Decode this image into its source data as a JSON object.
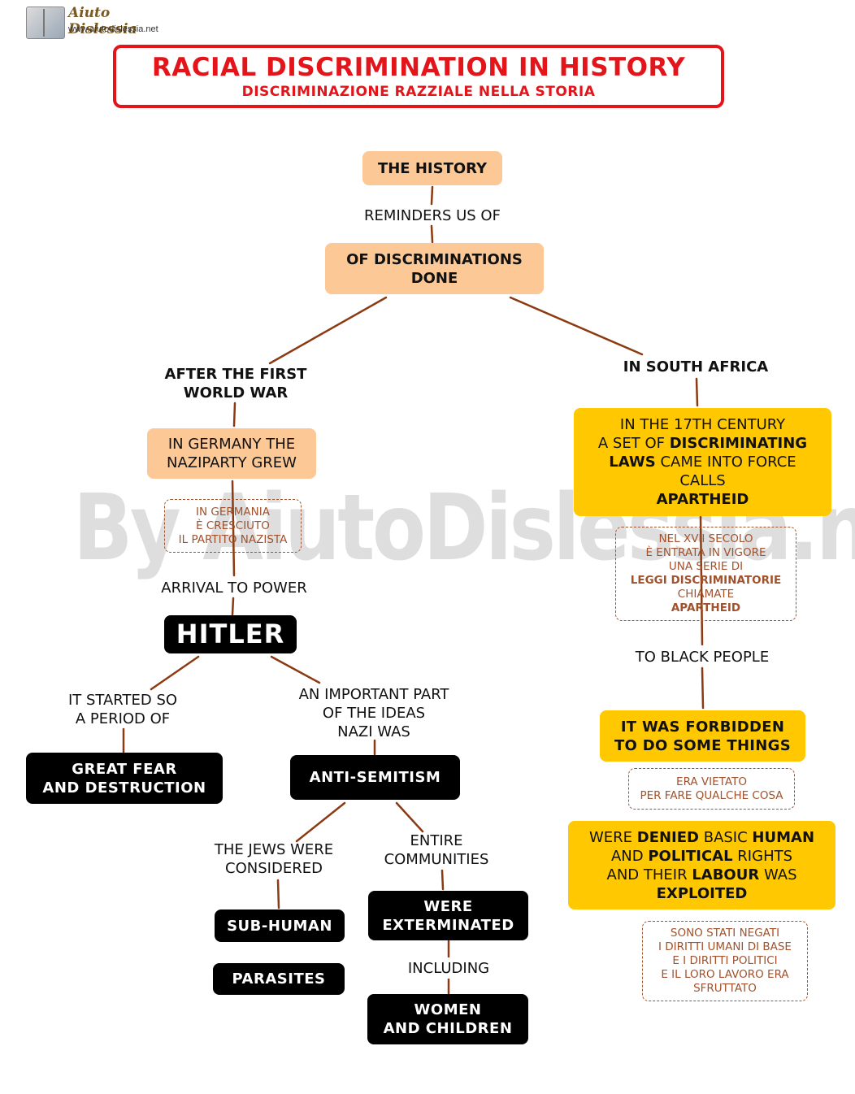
{
  "logo": {
    "name": "Aiuto Dislessia",
    "url": "www.aiutodislessia.net"
  },
  "title": {
    "main": "RACIAL DISCRIMINATION IN HISTORY",
    "sub": "DISCRIMINAZIONE RAZZIALE NELLA STORIA"
  },
  "watermark": "By AiutoDislessia.net",
  "nodes": {
    "history": "THE HISTORY",
    "discriminations": [
      "OF DISCRIMINATIONS",
      "DONE"
    ],
    "germany": [
      "IN GERMANY THE",
      "NAZIPARTY GREW"
    ],
    "hitler": "HITLER",
    "great_fear": [
      "GREAT FEAR",
      "AND DESTRUCTION"
    ],
    "antisemitism": "ANTI-SEMITISM",
    "subhuman": "SUB-HUMAN",
    "parasites": "PARASITES",
    "exterminated": [
      "WERE",
      "EXTERMINATED"
    ],
    "women_children": [
      "WOMEN",
      "AND CHILDREN"
    ],
    "apartheid_box": {
      "l1": "IN THE 17TH CENTURY",
      "l2a": "A SET OF ",
      "l2b": "DISCRIMINATING",
      "l3a": "LAWS",
      "l3b": " CAME INTO FORCE",
      "l4": "CALLS",
      "l5": "APARTHEID"
    },
    "forbidden": [
      "IT WAS FORBIDDEN",
      "TO DO SOME THINGS"
    ],
    "denied": {
      "l1a": "WERE ",
      "l1b": "DENIED",
      "l1c": " BASIC ",
      "l1d": "HUMAN",
      "l2a": "AND ",
      "l2b": "POLITICAL",
      "l2c": " RIGHTS",
      "l3a": "AND THEIR ",
      "l3b": "LABOUR",
      "l3c": " WAS",
      "l4": "EXPLOITED"
    }
  },
  "labels": {
    "reminders": "REMINDERS US OF",
    "after_war": [
      "AFTER THE FIRST",
      "WORLD WAR"
    ],
    "south_africa": "IN SOUTH AFRICA",
    "arrival": "ARRIVAL TO POWER",
    "started": [
      "IT STARTED SO",
      "A PERIOD OF"
    ],
    "important": [
      "AN IMPORTANT PART",
      "OF THE IDEAS",
      "NAZI WAS"
    ],
    "jews": [
      "THE JEWS WERE",
      "CONSIDERED"
    ],
    "communities": [
      "ENTIRE",
      "COMMUNITIES"
    ],
    "including": "INCLUDING",
    "black_people": "TO BLACK PEOPLE"
  },
  "italian": {
    "germania": [
      "IN GERMANIA",
      "È CRESCIUTO",
      "IL PARTITO NAZISTA"
    ],
    "secolo": [
      "NEL XVII SECOLO",
      "È ENTRATA IN VIGORE",
      "UNA SERIE DI",
      "LEGGI DISCRIMINATORIE",
      "CHIAMATE",
      "APARTHEID"
    ],
    "vietato": [
      "ERA VIETATO",
      "PER FARE QUALCHE COSA"
    ],
    "negati": [
      "SONO STATI NEGATI",
      "I DIRITTI UMANI DI BASE",
      "E  I DIRITTI POLITICI",
      "E IL LORO LAVORO ERA",
      "SFRUTTATO"
    ]
  },
  "colors": {
    "title": "#e3141a",
    "peach": "#fcc896",
    "yellow": "#ffc800",
    "connector": "#8b3a12",
    "italian": "#a0522d"
  }
}
